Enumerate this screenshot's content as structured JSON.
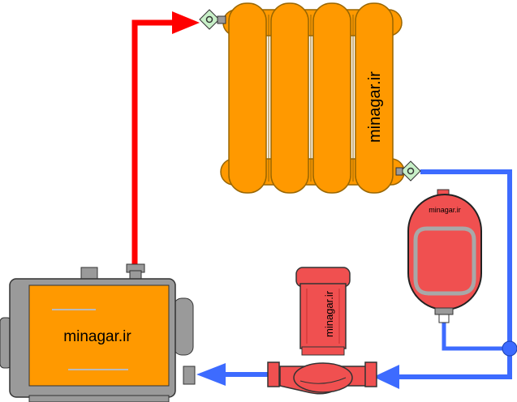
{
  "watermarks": {
    "boiler": "minagar.ir",
    "radiator": "minagar.ir",
    "pump": "minagar.ir",
    "tank": "minagar.ir"
  },
  "colors": {
    "supply_pipe": "#ff0000",
    "return_pipe": "#3d6bff",
    "radiator": "#ff9900",
    "boiler_body": "#9a9a9a",
    "boiler_panel": "#ff9900",
    "pump": "#f05050",
    "expansion_tank": "#f05050",
    "valve": "#c8f0c8",
    "outline": "#000000"
  },
  "components": {
    "boiler": "boiler",
    "radiator": "radiator",
    "pump": "circulation-pump",
    "tank": "expansion-tank"
  }
}
